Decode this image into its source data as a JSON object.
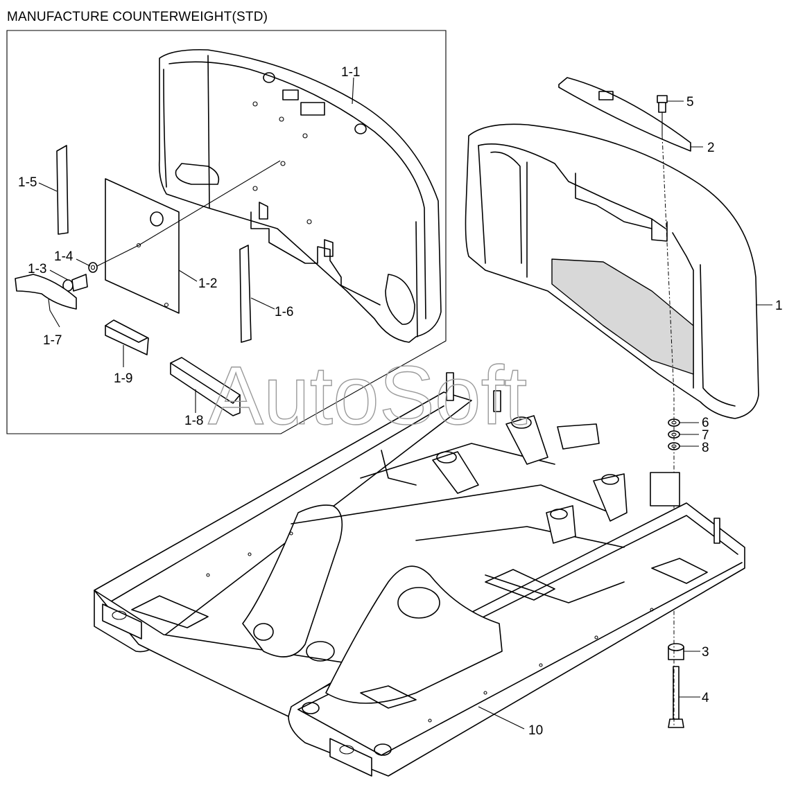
{
  "title": "MANUFACTURE COUNTERWEIGHT(STD)",
  "watermark": "AutoSoft",
  "callouts": {
    "c1_1": "1-1",
    "c1_2": "1-2",
    "c1_3": "1-3",
    "c1_4": "1-4",
    "c1_5": "1-5",
    "c1_6": "1-6",
    "c1_7": "1-7",
    "c1_8": "1-8",
    "c1_9": "1-9",
    "c1": "1",
    "c2": "2",
    "c3": "3",
    "c4": "4",
    "c5": "5",
    "c6": "6",
    "c7": "7",
    "c8": "8",
    "c10": "10"
  }
}
